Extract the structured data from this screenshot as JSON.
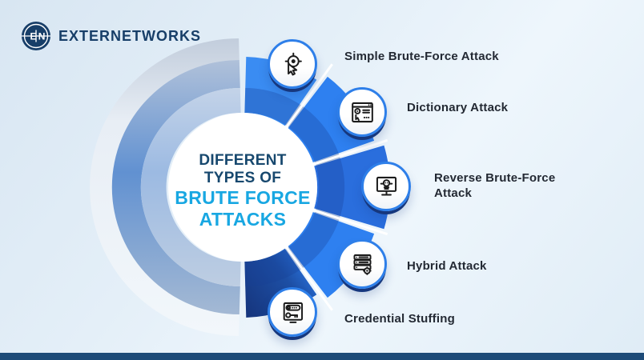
{
  "brand": {
    "initials": "EN",
    "name": "EXTERNETWORKS"
  },
  "title": {
    "line1": "DIFFERENT",
    "line2": "TYPES OF",
    "line3": "BRUTE FORCE",
    "line4": "ATTACKS"
  },
  "items": [
    {
      "label": "Simple Brute-Force Attack",
      "icon": "target-click-icon"
    },
    {
      "label": "Dictionary Attack",
      "icon": "browser-gear-icon"
    },
    {
      "label": "Reverse Brute-Force Attack",
      "icon": "monitor-skull-icon"
    },
    {
      "label": "Hybrid Attack",
      "icon": "server-gear-icon"
    },
    {
      "label": "Credential Stuffing",
      "icon": "window-key-password-icon"
    }
  ],
  "colors": {
    "background": "#e4eff8",
    "brand_navy": "#173e68",
    "title_navy": "#17486e",
    "title_cyan": "#18a7e2",
    "label_text": "#232933",
    "segment_blue_light": "#3a8cf2",
    "segment_blue": "#2e80f0",
    "segment_blue_deep": "#2a6edd",
    "segment_navy_dark": "#16357d",
    "left_ring_steel": "#6191d1",
    "left_ring_silver": "#bfcadb",
    "node_rim_blue": "#2e7fe9",
    "node_rim_navy": "#16377d",
    "bottom_bar": "#1d4b78"
  }
}
